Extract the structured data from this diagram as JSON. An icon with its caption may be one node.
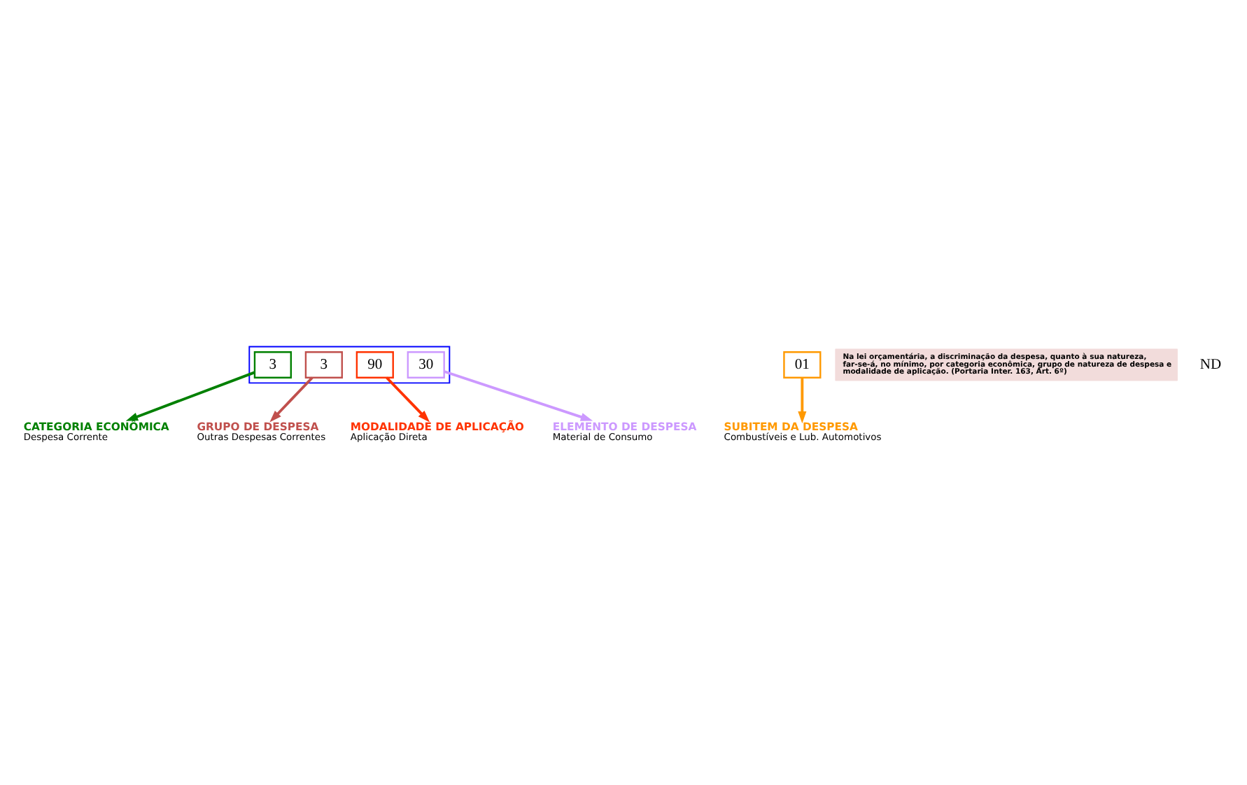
{
  "diagram": {
    "nodes": [
      {
        "text": [],
        "shape": "box"
      },
      {
        "text": [
          "3"
        ],
        "in": 0
      },
      {
        "text": [
          "3"
        ],
        "in": 0
      },
      {
        "text": [
          "90"
        ],
        "in": 0
      },
      {
        "text": [
          "30"
        ],
        "in": 0
      },
      {
        "text": [
          "01"
        ]
      },
      {
        "text": [
          "CATEGORIA ECONÔMICA",
          "Despesa Corrente"
        ]
      },
      {
        "text": [
          "GRUPO DE DESPESA",
          "Outras Despesas Correntes"
        ]
      },
      {
        "text": [
          "MODALIDADE DE APLICAÇÃO",
          "Aplicação Direta"
        ]
      },
      {
        "text": [
          "ELEMENTO DE DESPESA",
          "Material de Consumo"
        ]
      },
      {
        "text": [
          "SUBITEM DA DESPESA",
          "Combustíveis e Lub. Automotivos"
        ]
      },
      {
        "text": [
          "Na lei orçamentária, a discriminação da despesa, quanto à sua natureza, far-se-á, no mínimo, por categoria econômica, grupo de natureza de despesa e modalidade de aplicação. (Portaria Inter. 163, Art. 6º)"
        ]
      }
    ],
    "edges": [
      {
        "from": 1,
        "to": 6,
        "arrow": "to",
        "color": "#008000"
      },
      {
        "from": 2,
        "to": 7,
        "arrow": "to",
        "color": "#c0504d"
      },
      {
        "from": 3,
        "to": 8,
        "arrow": "to",
        "color": "#ff3300"
      },
      {
        "from": 4,
        "to": 9,
        "arrow": "to",
        "color": "#cc99ff"
      },
      {
        "from": 5,
        "to": 10,
        "arrow": "to",
        "color": "#ff9900"
      }
    ],
    "labels": [
      "ND"
    ]
  }
}
